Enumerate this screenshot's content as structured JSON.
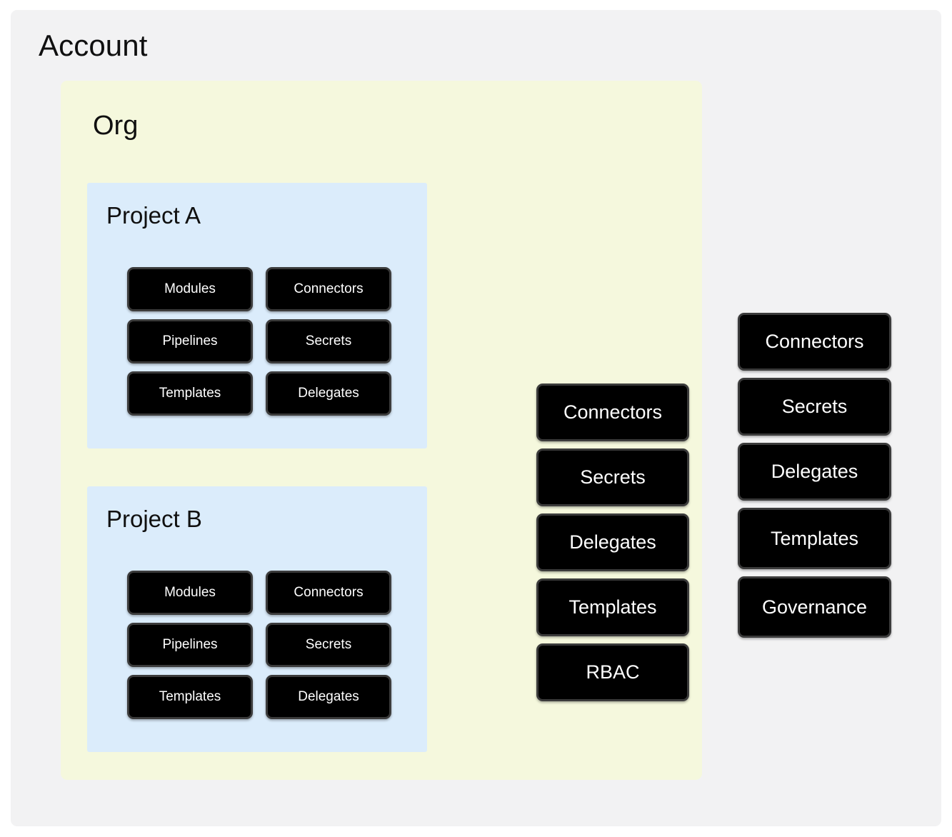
{
  "diagram": {
    "title": "Account",
    "scopes": {
      "account": {
        "label": "Account",
        "colors": {
          "background": "#f2f2f3"
        }
      },
      "org": {
        "label": "Org",
        "colors": {
          "background": "#f5f8dd"
        }
      },
      "projects": [
        {
          "label": "Project A",
          "colors": {
            "background": "#dbecfb"
          },
          "chips": [
            {
              "label": "Modules"
            },
            {
              "label": "Connectors"
            },
            {
              "label": "Pipelines"
            },
            {
              "label": "Secrets"
            },
            {
              "label": "Templates"
            },
            {
              "label": "Delegates"
            }
          ]
        },
        {
          "label": "Project B",
          "colors": {
            "background": "#dbecfb"
          },
          "chips": [
            {
              "label": "Modules"
            },
            {
              "label": "Connectors"
            },
            {
              "label": "Pipelines"
            },
            {
              "label": "Secrets"
            },
            {
              "label": "Templates"
            },
            {
              "label": "Delegates"
            }
          ]
        }
      ]
    },
    "org_level_resources": [
      {
        "label": "Connectors"
      },
      {
        "label": "Secrets"
      },
      {
        "label": "Delegates"
      },
      {
        "label": "Templates"
      },
      {
        "label": "RBAC"
      }
    ],
    "account_level_resources": [
      {
        "label": "Connectors"
      },
      {
        "label": "Secrets"
      },
      {
        "label": "Delegates"
      },
      {
        "label": "Templates"
      },
      {
        "label": "Governance"
      }
    ],
    "chip_style": {
      "fill": "#000000",
      "text": "#ffffff",
      "border": "#3b3b3b"
    }
  }
}
